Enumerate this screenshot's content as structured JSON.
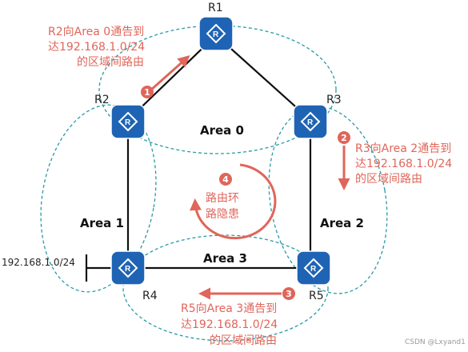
{
  "routers": [
    "R1",
    "R2",
    "R3",
    "R4",
    "R5"
  ],
  "areas": {
    "area0": "Area 0",
    "area1": "Area 1",
    "area2": "Area 2",
    "area3": "Area 3"
  },
  "network": "192.168.1.0/24",
  "steps": {
    "s1": {
      "num": "1",
      "lines": [
        "R2向Area 0通告到",
        "达192.168.1.0/24",
        "的区域间路由"
      ]
    },
    "s2": {
      "num": "2",
      "lines": [
        "R3向Area 2通告到",
        "达192.168.1.0/24",
        "的区域间路由"
      ]
    },
    "s3": {
      "num": "3",
      "lines": [
        "R5向Area 3通告到",
        "达192.168.1.0/24",
        "的区域间路由"
      ]
    },
    "s4": {
      "num": "4",
      "lines": [
        "路由环",
        "路隐患"
      ]
    }
  },
  "watermark": "CSDN @Lxyand1",
  "colors": {
    "router": "#1f64b4",
    "link": "#111111",
    "area_border": "#2a9aa6",
    "annotation": "#e0655a"
  }
}
